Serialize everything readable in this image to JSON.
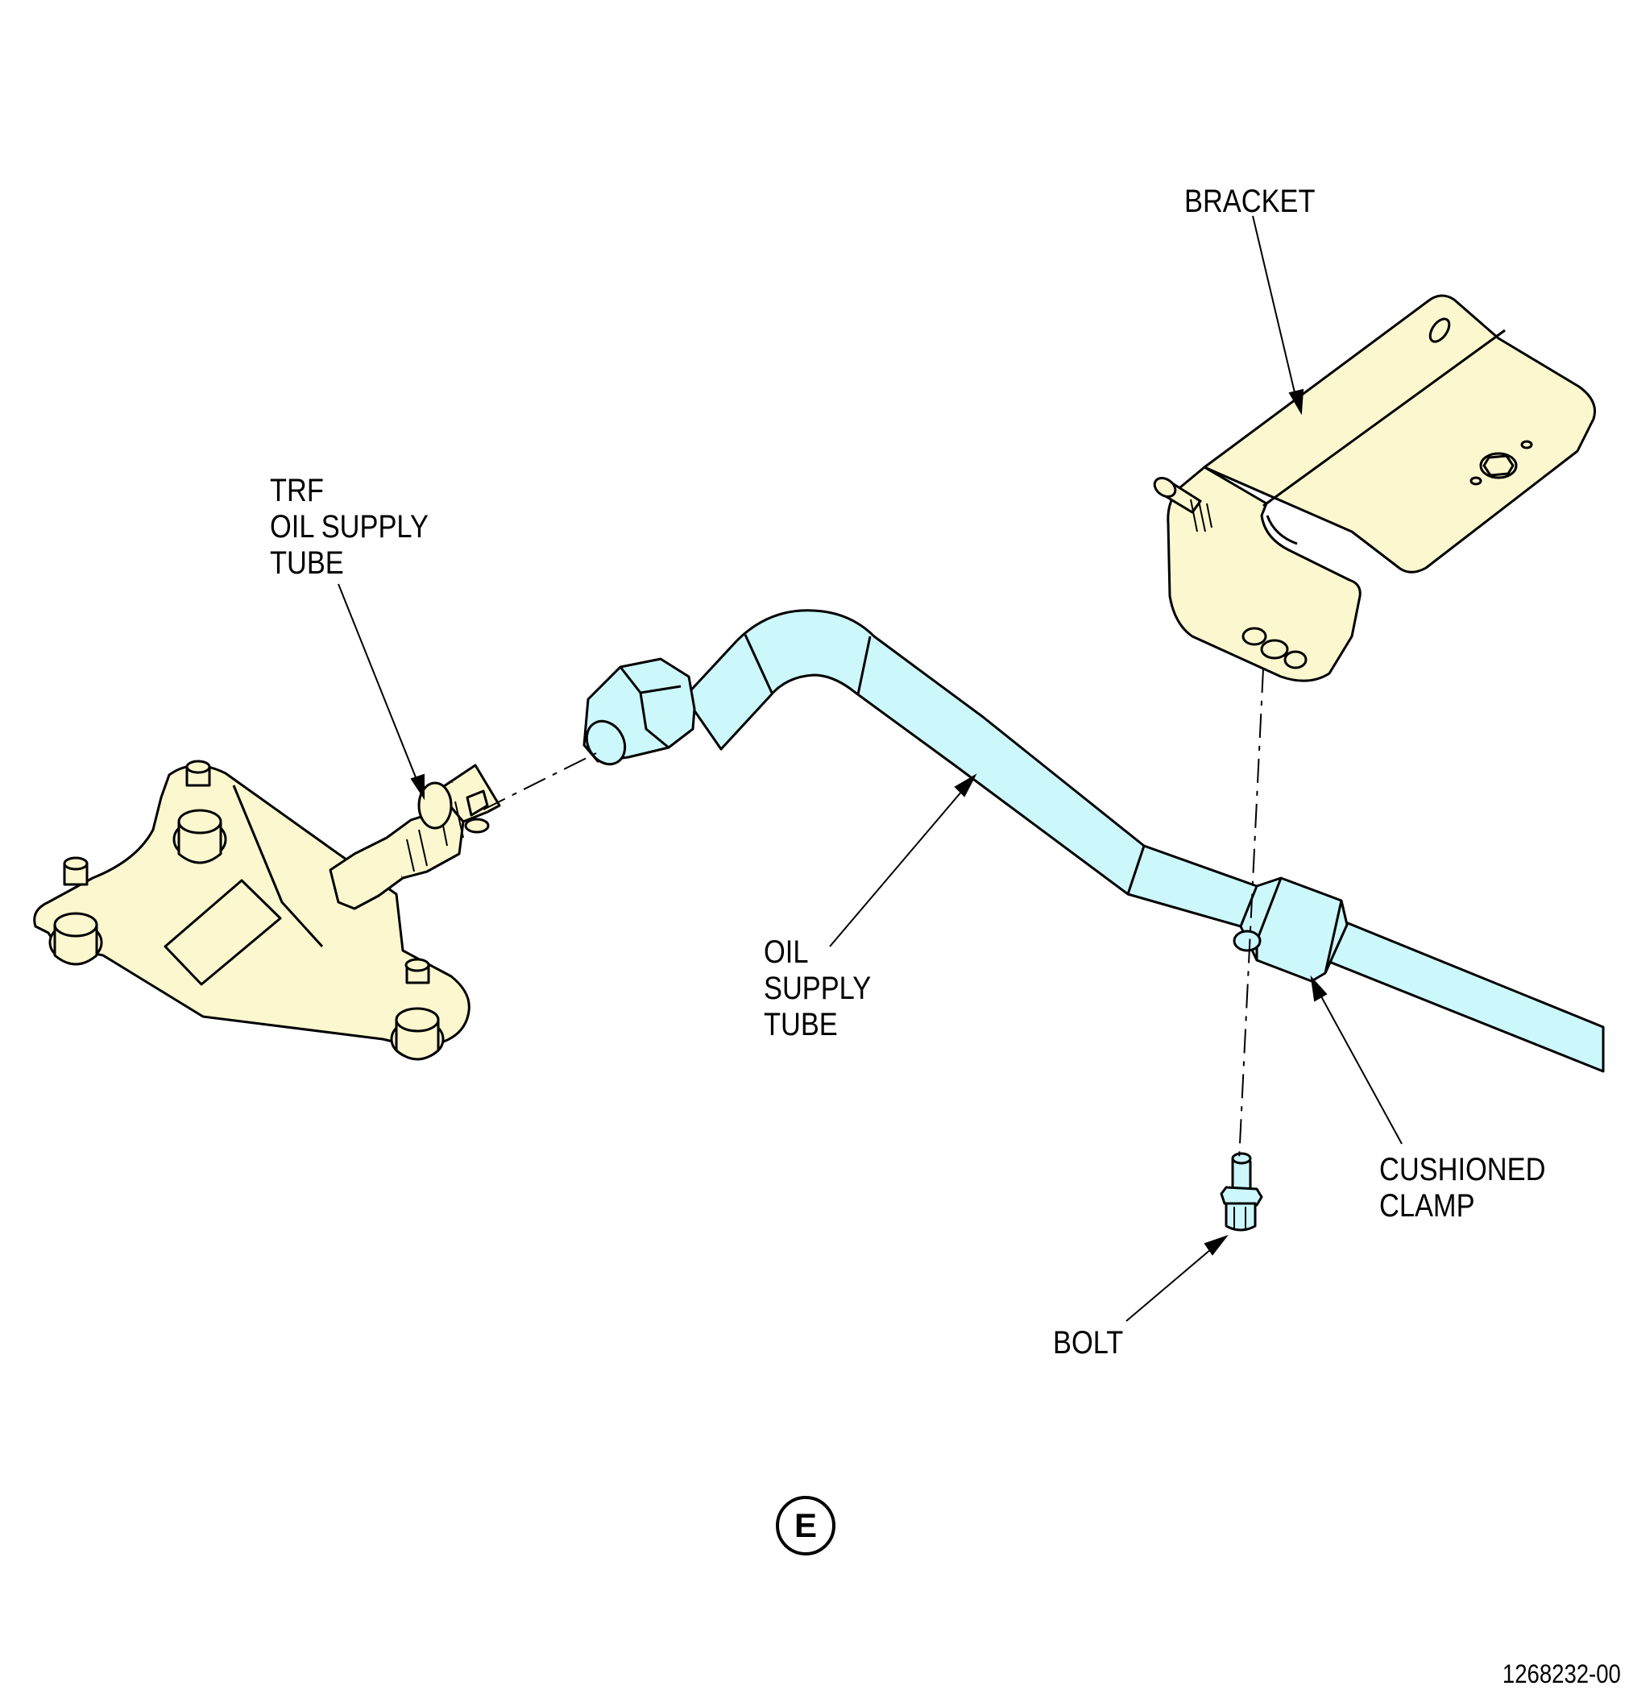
{
  "labels": {
    "bracket": "BRACKET",
    "trf_tube": [
      "TRF",
      "OIL SUPPLY",
      "TUBE"
    ],
    "oil_supply_tube": [
      "OIL",
      "SUPPLY",
      "TUBE"
    ],
    "cushioned_clamp": [
      "CUSHIONED",
      "CLAMP"
    ],
    "bolt": "BOLT"
  },
  "view_letter": "E",
  "figure_number": "1268232-00",
  "colors": {
    "tube_fill": "#ccf7fb",
    "part_fill": "#fbf7cf",
    "outline": "#000000",
    "background": "#ffffff"
  }
}
